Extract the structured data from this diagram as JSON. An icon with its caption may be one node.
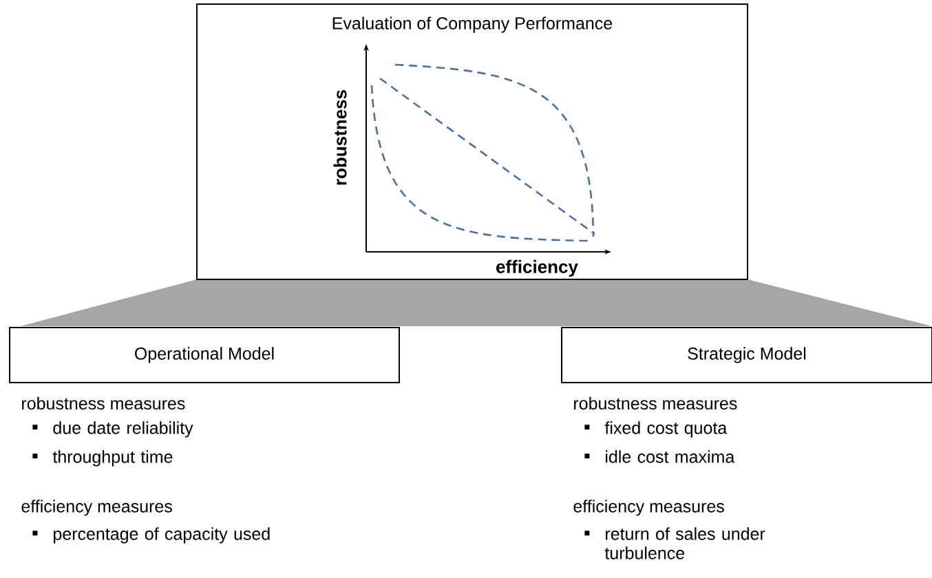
{
  "diagram": {
    "nodes": [
      {
        "text": [
          "Evaluation of Company Performance",
          "robustness",
          "efficiency"
        ]
      },
      {
        "text": [],
        "shape": "band"
      },
      {
        "text": [
          "Operational Model"
        ],
        "beside": [
          "robustness measures",
          "due date reliability",
          "throughput time",
          "efficiency measures",
          "percentage of capacity used"
        ]
      },
      {
        "text": [
          "Strategic Model"
        ],
        "beside": [
          "robustness measures",
          "fixed cost quota",
          "idle cost maxima",
          "efficiency measures",
          "return of sales under turbulence"
        ]
      }
    ]
  }
}
